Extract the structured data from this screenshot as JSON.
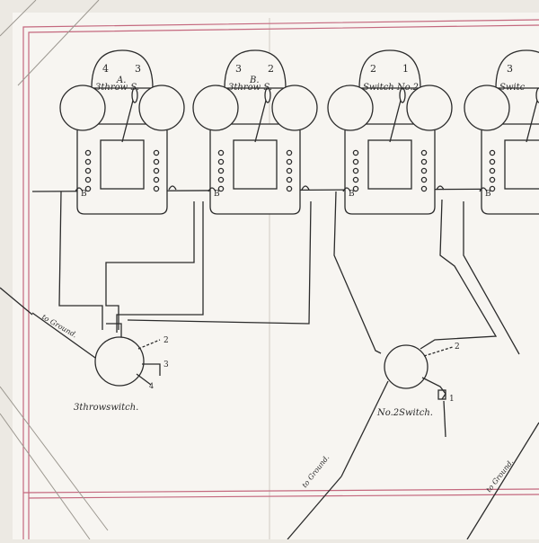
{
  "switch_units": [
    {
      "id": "A",
      "dial_left": "4",
      "dial_right": "3",
      "caption": "A.",
      "title": "3throw S.",
      "terminal": "B"
    },
    {
      "id": "B",
      "dial_left": "3",
      "dial_right": "2",
      "caption": "B.",
      "title": "3throw S.",
      "terminal": "B"
    },
    {
      "id": "C",
      "dial_left": "2",
      "dial_right": "1",
      "caption": "",
      "title": "Switch No.2",
      "terminal": "B"
    },
    {
      "id": "D",
      "dial_left": "3",
      "dial_right": "",
      "caption": "",
      "title": "Switc",
      "terminal": "B"
    }
  ],
  "bottom_switches": [
    {
      "id": "three-throw",
      "label": "3throwswitch.",
      "contacts": [
        "2",
        "3",
        "4"
      ]
    },
    {
      "id": "no2",
      "label": "No.2Switch.",
      "contacts": [
        "2",
        "1"
      ]
    }
  ],
  "ground_labels": [
    "to Ground.",
    "to Ground.",
    "to Ground."
  ],
  "colors": {
    "paper": "#f7f5f1",
    "ink": "#2b2b2b",
    "border": "#c4687e",
    "background": "#ece9e3"
  }
}
